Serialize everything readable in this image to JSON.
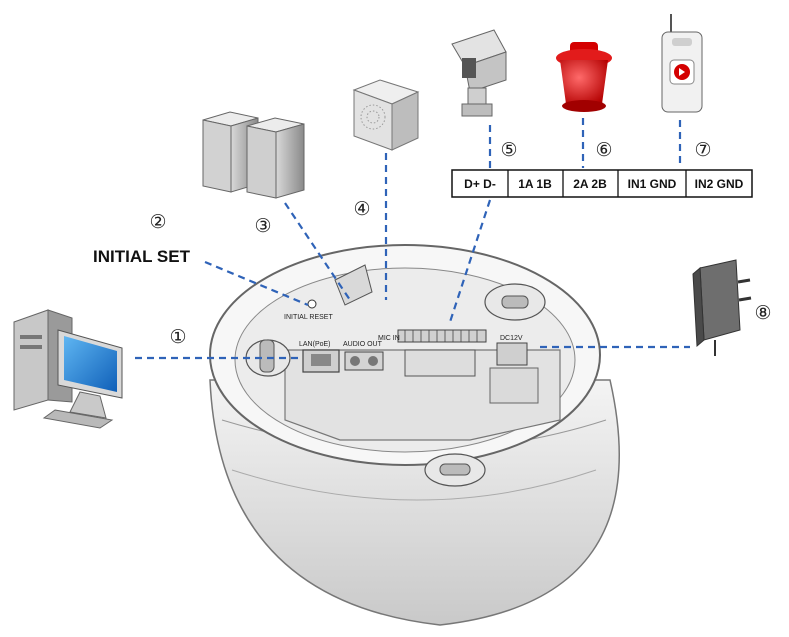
{
  "labels": {
    "initial_set": "INITIAL SET",
    "initial_reset": "INITIAL RESET",
    "lan_poe": "LAN(PoE)",
    "audio_out": "AUDIO OUT",
    "mic_in": "MIC IN",
    "dc12v": "DC12V"
  },
  "callouts": [
    "①",
    "②",
    "③",
    "④",
    "⑤",
    "⑥",
    "⑦",
    "⑧"
  ],
  "terminal_block": [
    "D+ D-",
    "1A 1B",
    "2A 2B",
    "IN1 GND",
    "IN2 GND"
  ],
  "line_color": "#2f63b8",
  "devices": [
    "pc-icon",
    "speakers-icon",
    "microphone-icon",
    "ptz-camera-icon",
    "alarm-light-icon",
    "alarm-sensor-icon",
    "power-adapter-icon"
  ]
}
